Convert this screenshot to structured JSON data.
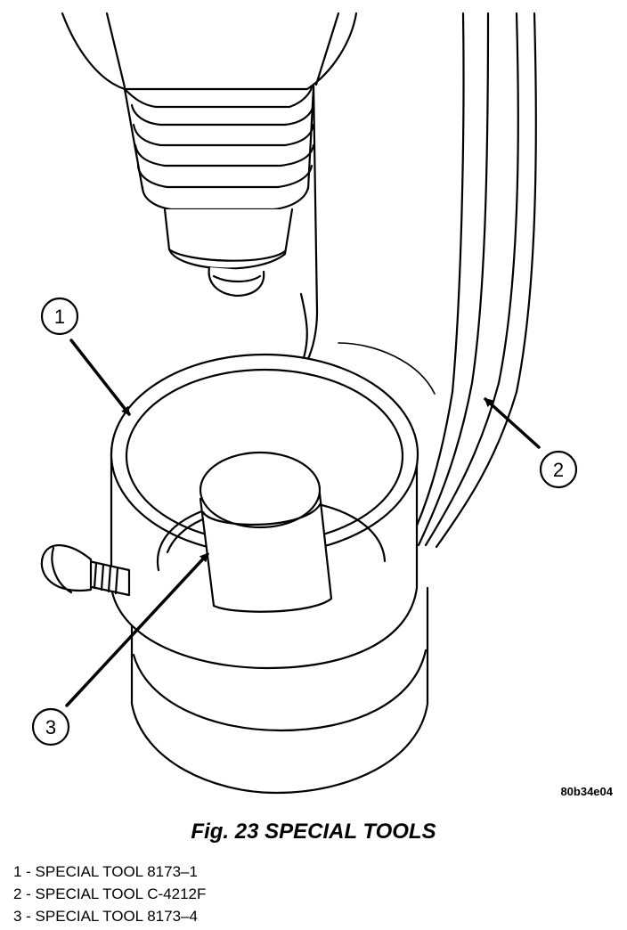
{
  "figure": {
    "art_code": "80b34e04",
    "callouts": [
      "1",
      "2",
      "3"
    ]
  },
  "caption": "Fig. 23 SPECIAL TOOLS",
  "legend": [
    "1 - SPECIAL TOOL 8173–1",
    "2 - SPECIAL TOOL C-4212F",
    "3 - SPECIAL TOOL 8173–4"
  ]
}
